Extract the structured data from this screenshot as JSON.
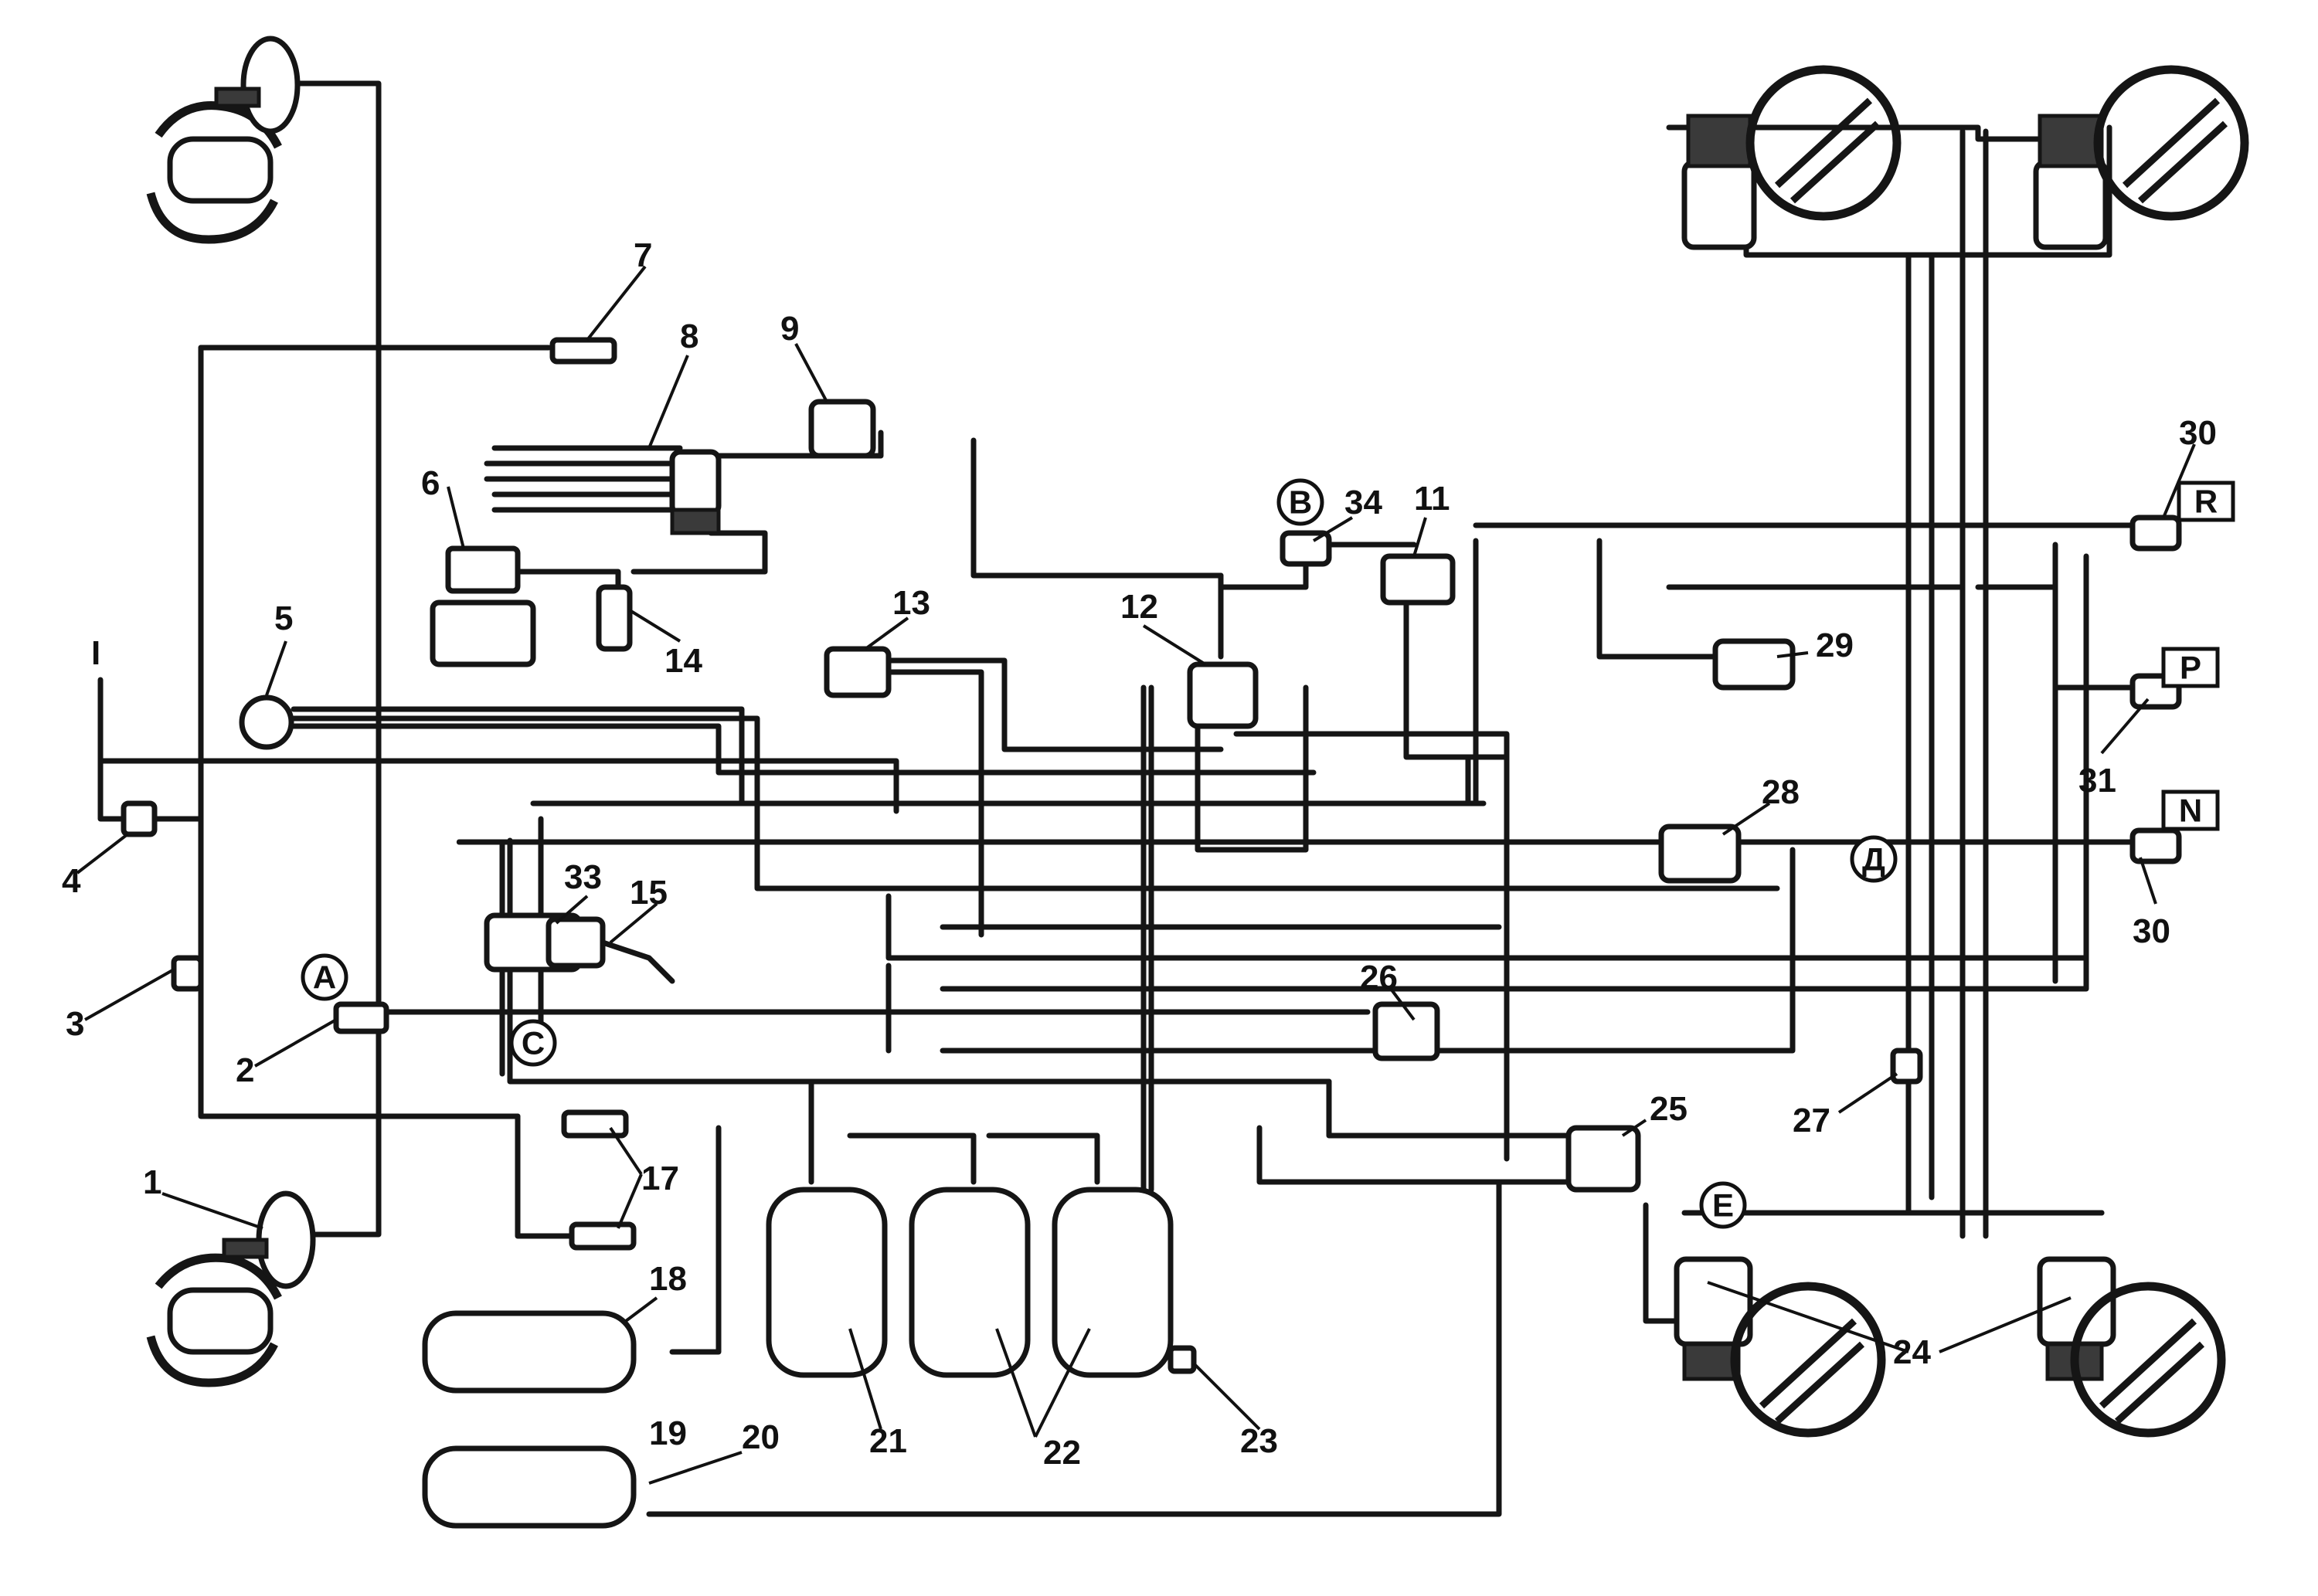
{
  "diagram": {
    "roman_marker": "I",
    "callouts": [
      {
        "id": "c1",
        "text": "1"
      },
      {
        "id": "c2",
        "text": "2"
      },
      {
        "id": "c3",
        "text": "3"
      },
      {
        "id": "c4",
        "text": "4"
      },
      {
        "id": "c5",
        "text": "5"
      },
      {
        "id": "c6",
        "text": "6"
      },
      {
        "id": "c7",
        "text": "7"
      },
      {
        "id": "c8",
        "text": "8"
      },
      {
        "id": "c9",
        "text": "9"
      },
      {
        "id": "c11",
        "text": "11"
      },
      {
        "id": "c12",
        "text": "12"
      },
      {
        "id": "c13",
        "text": "13"
      },
      {
        "id": "c14",
        "text": "14"
      },
      {
        "id": "c15",
        "text": "15"
      },
      {
        "id": "c17",
        "text": "17"
      },
      {
        "id": "c18",
        "text": "18"
      },
      {
        "id": "c19",
        "text": "19"
      },
      {
        "id": "c20",
        "text": "20"
      },
      {
        "id": "c21",
        "text": "21"
      },
      {
        "id": "c22",
        "text": "22"
      },
      {
        "id": "c23",
        "text": "23"
      },
      {
        "id": "c24",
        "text": "24"
      },
      {
        "id": "c25",
        "text": "25"
      },
      {
        "id": "c26",
        "text": "26"
      },
      {
        "id": "c27",
        "text": "27"
      },
      {
        "id": "c28",
        "text": "28"
      },
      {
        "id": "c29",
        "text": "29"
      },
      {
        "id": "c30a",
        "text": "30"
      },
      {
        "id": "c30b",
        "text": "30"
      },
      {
        "id": "c31",
        "text": "31"
      },
      {
        "id": "c33",
        "text": "33"
      },
      {
        "id": "c34",
        "text": "34"
      }
    ],
    "circled_letters": {
      "a": "A",
      "b": "B",
      "c": "C",
      "e": "E",
      "d": "Д"
    },
    "tags": {
      "r": "R",
      "p": "P",
      "n": "N"
    }
  }
}
